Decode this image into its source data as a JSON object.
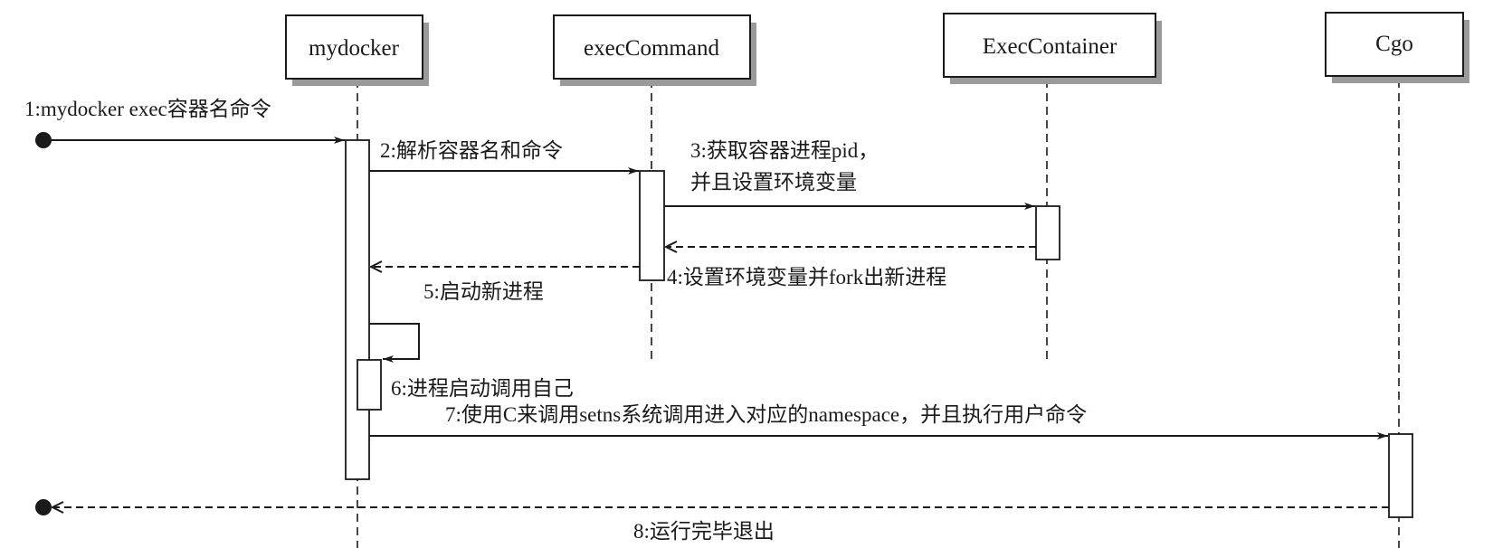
{
  "participants": [
    {
      "name": "mydocker"
    },
    {
      "name": "execCommand"
    },
    {
      "name": "ExecContainer"
    },
    {
      "name": "Cgo"
    }
  ],
  "messages": [
    {
      "label": "1:mydocker exec容器名命令"
    },
    {
      "label": "2:解析容器名和命令"
    },
    {
      "label_line1": "3:获取容器进程pid，",
      "label_line2": "并且设置环境变量"
    },
    {
      "label": "4:设置环境变量并fork出新进程"
    },
    {
      "label": "5:启动新进程"
    },
    {
      "label": "6:进程启动调用自己"
    },
    {
      "label": "7:使用C来调用setns系统调用进入对应的namespace，并且执行用户命令"
    },
    {
      "label": "8:运行完毕退出"
    }
  ]
}
